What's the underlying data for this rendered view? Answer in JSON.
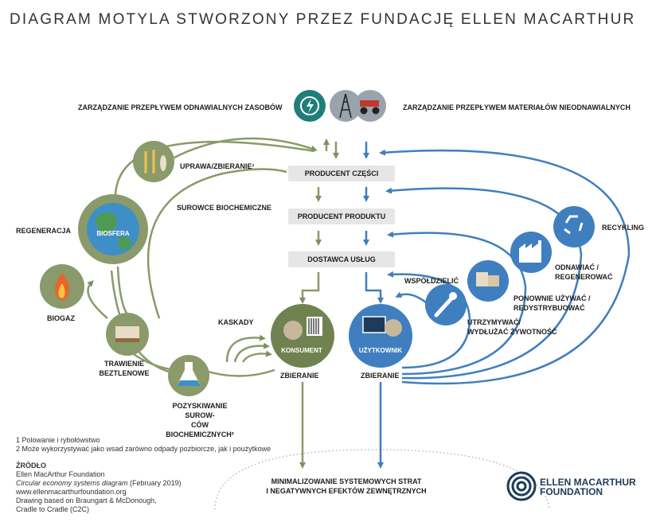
{
  "title": "DIAGRAM MOTYLA STWORZONY PRZEZ FUNDACJĘ ELLEN MACARTHUR",
  "top": {
    "left_label": "ZARZĄDZANIE PRZEPŁYWEM ODNAWIALNYCH ZASOBÓW",
    "right_label": "ZARZĄDZANIE PRZEPŁYWEM MATERIAŁÓW NIEODNAWIALNYCH"
  },
  "chain": {
    "parts": "PRODUCENT CZĘŚCI",
    "product": "PRODUCENT PRODUKTU",
    "service": "DOSTAWCA USŁUG"
  },
  "bio": {
    "farming": "UPRAWA/ZBIERANIE¹",
    "biochem": "SUROWCE BIOCHEMICZNE",
    "regeneration": "REGENERACJA",
    "biosphere": "BIOSFERA",
    "biogas": "BIOGAZ",
    "anaerobic": "TRAWIENIE BEZTLENOWE",
    "extraction": "POZYSKIWANIE SUROW-\nCÓW BIOCHEMICZNYCH²",
    "cascades": "KASKADY",
    "consumer": "KONSUMENT",
    "collect_left": "ZBIERANIE"
  },
  "tech": {
    "recycling": "RECYKLING",
    "refurbish": "ODNAWIAĆ /\nREGENEROWAĆ",
    "reuse": "PONOWNIE UŻYWAĆ /\nREDYSTRYBUOWAĆ",
    "maintain": "UTRZYMYWAĆ/\nWYDŁUŻAĆ ŻYWOTNOŚĆ",
    "share": "WSPÓŁDZIELIĆ",
    "user": "UŻYTKOWNIK",
    "collect_right": "ZBIERANIE"
  },
  "bottom": "MINIMALIZOWANIE SYSTEMOWYCH STRAT\nI NEGATYWNYCH EFEKTÓW ZEWNĘTRZNYCH",
  "footnotes": {
    "n1": "1 Polowanie i rybołówstwo",
    "n2": "2 Może wykorzystywać jako wsad zarówno odpady pozbiorcze, jak i poużytkowe"
  },
  "source": {
    "heading": "ŹRÓDŁO",
    "line1": "Ellen MacArthur Foundation",
    "line2_italic": "Circular economy systems diagram",
    "line2_rest": " (February 2019)",
    "line3": "www.ellenmacarthurfoundation.org",
    "line4": "Drawing based on Braungart & McDonough,",
    "line5": "Cradle to Cradle (C2C)"
  },
  "logo": {
    "line1": "ELLEN MACARTHUR",
    "line2": "FOUNDATION"
  },
  "colors": {
    "green": "#8a9a6a",
    "green_dark": "#6f8250",
    "blue": "#3f7fbf",
    "teal": "#1f7e7a",
    "grey_circle": "#9aa3ad",
    "box": "#e6e6e6"
  }
}
